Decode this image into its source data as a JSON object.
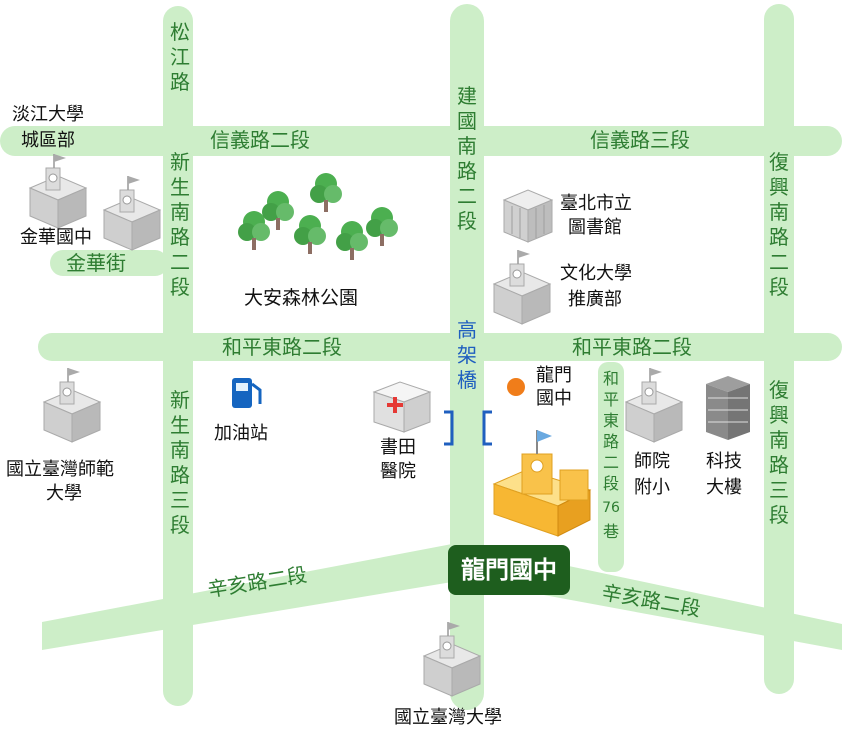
{
  "roads": {
    "songjiang": "松江路",
    "xinyi2": "信義路二段",
    "xinyi3": "信義路三段",
    "jinhua_st": "金華街",
    "heping_e2_left": "和平東路二段",
    "heping_e2_right": "和平東路二段",
    "xinsheng_s2": "新生南路二段",
    "xinsheng_s3": "新生南路三段",
    "jianguo_s2": "建國南路二段",
    "elevated": "高架橋",
    "fuxing_s2": "復興南路二段",
    "fuxing_s3": "復興南路三段",
    "xinhai2_left": "辛亥路二段",
    "xinhai2_right": "辛亥路二段",
    "heping_lane_a": "和平東路二段",
    "heping_lane_b": "76",
    "heping_lane_c": "巷"
  },
  "places": {
    "tamkang": "淡江大學城區部",
    "jinhua_school": "金華國中",
    "daan_park": "大安森林公園",
    "library_1": "臺北市立",
    "library_2": "圖書館",
    "pccu_1": "文化大學",
    "pccu_2": "推廣部",
    "gas_station": "加油站",
    "hospital_1": "書田",
    "hospital_2": "醫院",
    "ntnu_1": "國立臺灣師範",
    "ntnu_2": "大學",
    "longmen_marker": "龍門國中",
    "ntnu_affil_1": "師院",
    "ntnu_affil_2": "附小",
    "tech_1": "科技",
    "tech_2": "大樓",
    "ntu": "國立臺灣大學",
    "highlight": "龍門國中"
  },
  "icons": {
    "school": "school-building-icon",
    "tree": "tree-icon",
    "gas": "gas-pump-icon",
    "hospital": "hospital-icon",
    "library": "library-building-icon",
    "tech": "office-tower-icon"
  },
  "colors": {
    "road": "#cdeec8",
    "road_label": "#2e7d32",
    "highlight_bg": "#1e5e1e",
    "elevated": "#1f5fbf",
    "marker": "#f07d1a",
    "tree": "#4caf50",
    "gas": "#1565c0",
    "hospital_cross": "#e53935",
    "school_main": "#f7b733"
  }
}
